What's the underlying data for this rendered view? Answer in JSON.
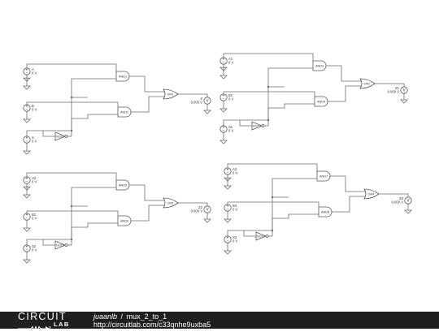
{
  "circuits": [
    {
      "sources": [
        {
          "name": "A",
          "value": "0 V"
        },
        {
          "name": "B",
          "value": "0 V"
        },
        {
          "name": "S",
          "value": "0 V"
        }
      ],
      "gates": {
        "and_top": "AND1",
        "and_bottom": "AND2",
        "not": "NOT1",
        "or": "OR1"
      },
      "meter": {
        "name": "Z",
        "reading": "0.000 V",
        "symbol": "V"
      }
    },
    {
      "sources": [
        {
          "name": "A1",
          "value": "0 V"
        },
        {
          "name": "B1",
          "value": "0 V"
        },
        {
          "name": "S1",
          "value": "0 V"
        }
      ],
      "gates": {
        "and_top": "AND3",
        "and_bottom": "AND4",
        "not": "NOT2",
        "or": "OR2"
      },
      "meter": {
        "name": "Z1",
        "reading": "0.000 V",
        "symbol": "V"
      }
    },
    {
      "sources": [
        {
          "name": "A2",
          "value": "0 V"
        },
        {
          "name": "B2",
          "value": "0 V"
        },
        {
          "name": "S2",
          "value": "0 V"
        }
      ],
      "gates": {
        "and_top": "AND5",
        "and_bottom": "AND6",
        "not": "NOT3",
        "or": "OR3"
      },
      "meter": {
        "name": "Z2",
        "reading": "0.000 V",
        "symbol": "V"
      }
    },
    {
      "sources": [
        {
          "name": "A3",
          "value": "0 V"
        },
        {
          "name": "B3",
          "value": "0 V"
        },
        {
          "name": "S3",
          "value": "0 V"
        }
      ],
      "gates": {
        "and_top": "AND7",
        "and_bottom": "AND8",
        "not": "NOT4",
        "or": "OR4"
      },
      "meter": {
        "name": "Z3",
        "reading": "0.000 V",
        "symbol": "V"
      }
    }
  ],
  "footer": {
    "logo_top": "CIRCUIT",
    "logo_bottom": "LAB",
    "author": "juaanlb",
    "separator": "/",
    "project": "mux_2_to_1",
    "url": "http://circuitlab.com/c33qnhe9uxba5"
  }
}
